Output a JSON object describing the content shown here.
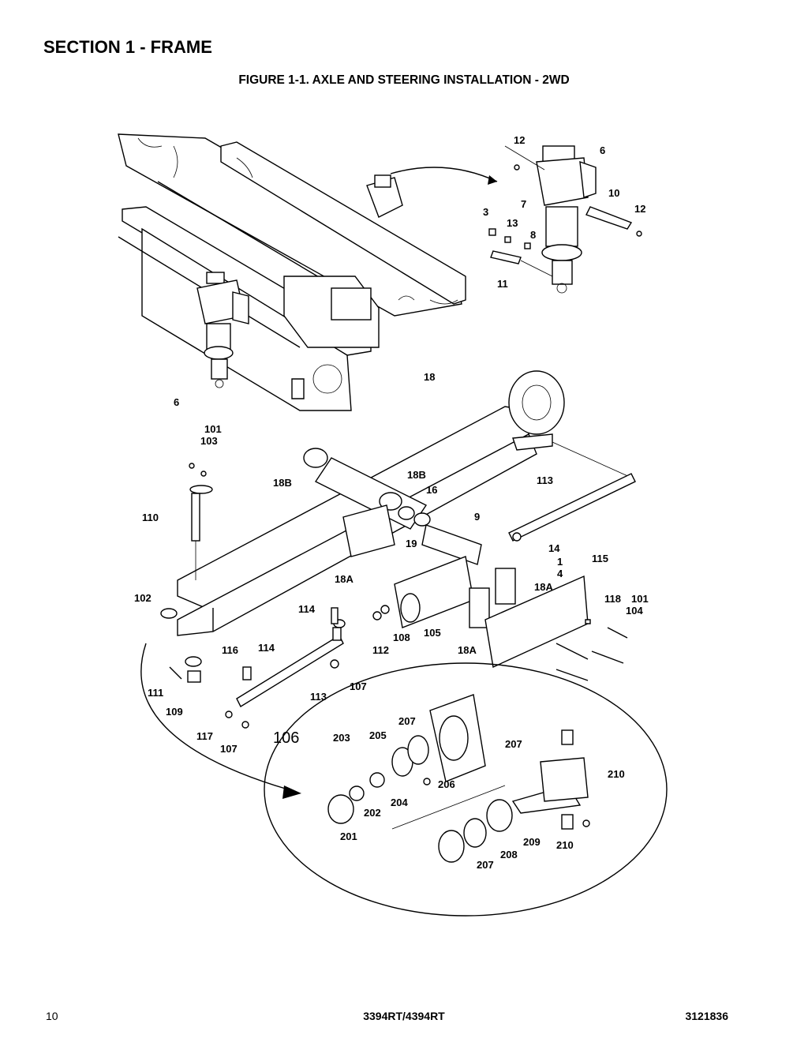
{
  "header": {
    "section_title": "SECTION 1 - FRAME",
    "figure_title": "FIGURE 1-1. AXLE AND STEERING INSTALLATION - 2WD"
  },
  "callouts": [
    {
      "id": "c12a",
      "text": "12"
    },
    {
      "id": "c6a",
      "text": "6"
    },
    {
      "id": "c10",
      "text": "10"
    },
    {
      "id": "c12b",
      "text": "12"
    },
    {
      "id": "c7",
      "text": "7"
    },
    {
      "id": "c3",
      "text": "3"
    },
    {
      "id": "c13",
      "text": "13"
    },
    {
      "id": "c8",
      "text": "8"
    },
    {
      "id": "c11",
      "text": "11"
    },
    {
      "id": "c6b",
      "text": "6"
    },
    {
      "id": "c18",
      "text": "18"
    },
    {
      "id": "c101a",
      "text": "101"
    },
    {
      "id": "c103",
      "text": "103"
    },
    {
      "id": "c18Ba",
      "text": "18B"
    },
    {
      "id": "c18Bb",
      "text": "18B"
    },
    {
      "id": "c16",
      "text": "16"
    },
    {
      "id": "c113a",
      "text": "113"
    },
    {
      "id": "c110",
      "text": "110"
    },
    {
      "id": "c9",
      "text": "9"
    },
    {
      "id": "c19",
      "text": "19"
    },
    {
      "id": "c14",
      "text": "14"
    },
    {
      "id": "c1",
      "text": "1"
    },
    {
      "id": "c4",
      "text": "4"
    },
    {
      "id": "c115",
      "text": "115"
    },
    {
      "id": "c18Aa",
      "text": "18A"
    },
    {
      "id": "c18Ab",
      "text": "18A"
    },
    {
      "id": "c102",
      "text": "102"
    },
    {
      "id": "c118",
      "text": "118"
    },
    {
      "id": "c101b",
      "text": "101"
    },
    {
      "id": "c104",
      "text": "104"
    },
    {
      "id": "c114a",
      "text": "114"
    },
    {
      "id": "c108",
      "text": "108"
    },
    {
      "id": "c105",
      "text": "105"
    },
    {
      "id": "c112",
      "text": "112"
    },
    {
      "id": "c18Ac",
      "text": "18A"
    },
    {
      "id": "c116",
      "text": "116"
    },
    {
      "id": "c114b",
      "text": "114"
    },
    {
      "id": "c107a",
      "text": "107"
    },
    {
      "id": "c111",
      "text": "111"
    },
    {
      "id": "c113b",
      "text": "113"
    },
    {
      "id": "c109",
      "text": "109"
    },
    {
      "id": "c207a",
      "text": "207"
    },
    {
      "id": "c117",
      "text": "117"
    },
    {
      "id": "c106",
      "text": "106"
    },
    {
      "id": "c203",
      "text": "203"
    },
    {
      "id": "c205",
      "text": "205"
    },
    {
      "id": "c207b",
      "text": "207"
    },
    {
      "id": "c107b",
      "text": "107"
    },
    {
      "id": "c210a",
      "text": "210"
    },
    {
      "id": "c206",
      "text": "206"
    },
    {
      "id": "c204",
      "text": "204"
    },
    {
      "id": "c202",
      "text": "202"
    },
    {
      "id": "c201",
      "text": "201"
    },
    {
      "id": "c209",
      "text": "209"
    },
    {
      "id": "c210b",
      "text": "210"
    },
    {
      "id": "c208",
      "text": "208"
    },
    {
      "id": "c207c",
      "text": "207"
    }
  ],
  "footer": {
    "page_number": "10",
    "model": "3394RT/4394RT",
    "doc_number": "3121836"
  }
}
